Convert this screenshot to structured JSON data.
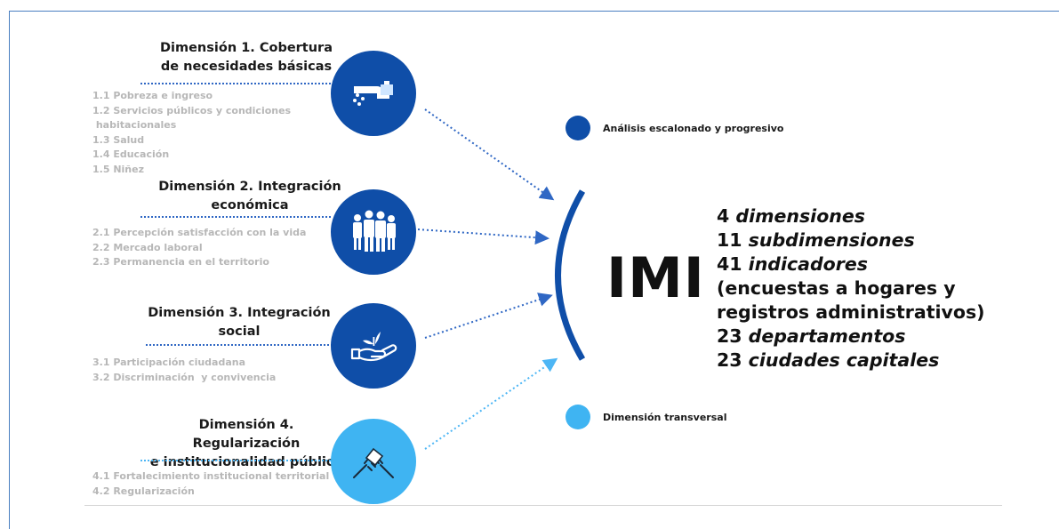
{
  "colors": {
    "dark_blue": "#0f4ea8",
    "light_blue": "#3fb4f2",
    "dotted_blue": "#2f67c4",
    "sub_text": "#b7b7b7"
  },
  "dimensions": [
    {
      "title_line1": "Dimensión 1. Cobertura",
      "title_line2": "de necesidades básicas",
      "icon": "water-tap-icon",
      "items": [
        "1.1 Pobreza e ingreso",
        "1.2 Servicios públicos y condiciones",
        " habitacionales",
        "1.3 Salud",
        "1.4 Educación",
        "1.5 Niñez"
      ]
    },
    {
      "title_line1": "Dimensión 2. Integración",
      "title_line2": "económica",
      "icon": "people-group-icon",
      "items": [
        "2.1 Percepción satisfacción con la vida",
        "2.2 Mercado laboral",
        "2.3 Permanencia en el territorio"
      ]
    },
    {
      "title_line1": "Dimensión 3. Integración",
      "title_line2": "social",
      "icon": "hand-plant-icon",
      "items": [
        "3.1 Participación ciudadana",
        "3.2 Discriminación  y convivencia"
      ]
    },
    {
      "title_line1": "Dimensión 4. Regularización",
      "title_line2": "e institucionalidad pública",
      "icon": "handshake-icon",
      "items": [
        "4.1 Fortalecimiento institucional territorial",
        "4.2 Regularización"
      ]
    }
  ],
  "legend": [
    {
      "label": "Análisis escalonado y progresivo",
      "color": "#0f4ea8"
    },
    {
      "label": "Dimensión transversal",
      "color": "#3fb4f2"
    }
  ],
  "imi": {
    "title": "IMI",
    "stats": [
      {
        "num": "4",
        "text": "dimensiones",
        "italic": true
      },
      {
        "num": "11",
        "text": "subdimensiones",
        "italic": true
      },
      {
        "num": "41",
        "text": "indicadores",
        "italic": true
      },
      {
        "num": "",
        "text": "(encuestas a hogares y",
        "italic": false
      },
      {
        "num": "",
        "text": "registros administrativos)",
        "italic": false
      },
      {
        "num": "23",
        "text": "departamentos",
        "italic": true
      },
      {
        "num": "23",
        "text": "ciudades capitales",
        "italic": true
      }
    ]
  }
}
